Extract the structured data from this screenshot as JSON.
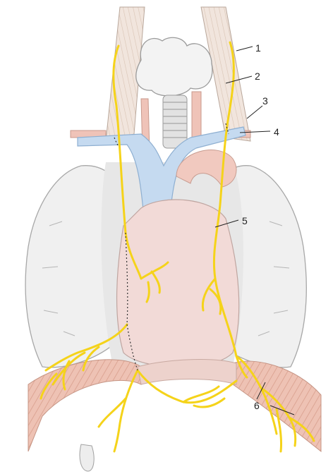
{
  "labels": [
    {
      "id": "1",
      "text": "1"
    },
    {
      "id": "2",
      "text": "2"
    },
    {
      "id": "3",
      "text": "3"
    },
    {
      "id": "4",
      "text": "4"
    },
    {
      "id": "5",
      "text": "5"
    },
    {
      "id": "6",
      "text": "6"
    }
  ],
  "colors": {
    "nerve": "#F5D31A",
    "vein": "#BFD6EE",
    "muscle": "#E8B7A8",
    "lung": "#F2F2F2",
    "heart": "#F3D9D6",
    "outline": "#9A9A9A"
  }
}
